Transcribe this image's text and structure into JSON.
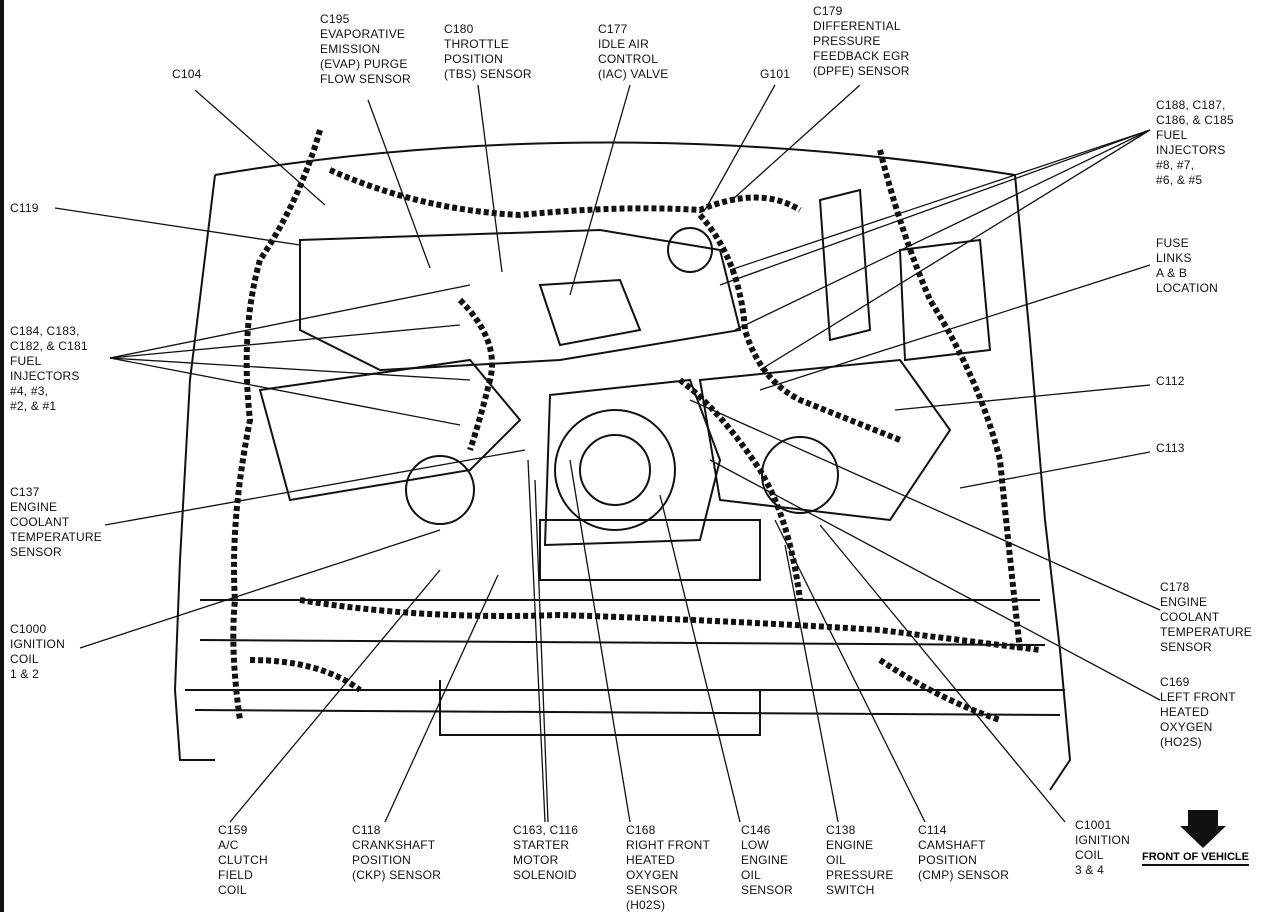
{
  "colors": {
    "ink": "#111111",
    "background": "#ffffff"
  },
  "front_of_vehicle": {
    "label": "FRONT OF VEHICLE",
    "icon": "down-arrow-icon"
  },
  "callouts": [
    {
      "id": "c104",
      "text": "C104"
    },
    {
      "id": "c195",
      "text": "C195\nEVAPORATIVE\nEMISSION\n(EVAP) PURGE\nFLOW SENSOR"
    },
    {
      "id": "c180",
      "text": "C180\nTHROTTLE\nPOSITION\n(TBS) SENSOR"
    },
    {
      "id": "c177",
      "text": "C177\nIDLE AIR\nCONTROL\n(IAC) VALVE"
    },
    {
      "id": "g101",
      "text": "G101"
    },
    {
      "id": "c179",
      "text": "C179\nDIFFERENTIAL\nPRESSURE\nFEEDBACK EGR\n(DPFE) SENSOR"
    },
    {
      "id": "c188",
      "text": "C188, C187,\nC186, & C185\nFUEL\nINJECTORS\n#8, #7,\n#6, & #5"
    },
    {
      "id": "c119",
      "text": "C119"
    },
    {
      "id": "fuse",
      "text": "FUSE\nLINKS\nA & B\nLOCATION"
    },
    {
      "id": "c184",
      "text": "C184, C183,\nC182, & C181\nFUEL\nINJECTORS\n#4, #3,\n#2, & #1"
    },
    {
      "id": "c112",
      "text": "C112"
    },
    {
      "id": "c113",
      "text": "C113"
    },
    {
      "id": "c137",
      "text": "C137\nENGINE\nCOOLANT\nTEMPERATURE\nSENSOR"
    },
    {
      "id": "c178",
      "text": "C178\nENGINE\nCOOLANT\nTEMPERATURE\nSENSOR"
    },
    {
      "id": "c1000",
      "text": "C1000\nIGNITION\nCOIL\n1 & 2"
    },
    {
      "id": "c169",
      "text": "C169\nLEFT FRONT\nHEATED\nOXYGEN\n(HO2S)"
    },
    {
      "id": "c159",
      "text": "C159\nA/C\nCLUTCH\nFIELD\nCOIL"
    },
    {
      "id": "c118",
      "text": "C118\nCRANKSHAFT\nPOSITION\n(CKP) SENSOR"
    },
    {
      "id": "c163",
      "text": "C163, C116\nSTARTER\nMOTOR\nSOLENOID"
    },
    {
      "id": "c168",
      "text": "C168\nRIGHT FRONT\nHEATED\nOXYGEN\nSENSOR\n(H02S)"
    },
    {
      "id": "c146",
      "text": "C146\nLOW\nENGINE\nOIL\nSENSOR"
    },
    {
      "id": "c138",
      "text": "C138\nENGINE\nOIL\nPRESSURE\nSWITCH"
    },
    {
      "id": "c114",
      "text": "C114\nCAMSHAFT\nPOSITION\n(CMP) SENSOR"
    },
    {
      "id": "c1001",
      "text": "C1001\nIGNITION\nCOIL\n3 & 4"
    }
  ]
}
